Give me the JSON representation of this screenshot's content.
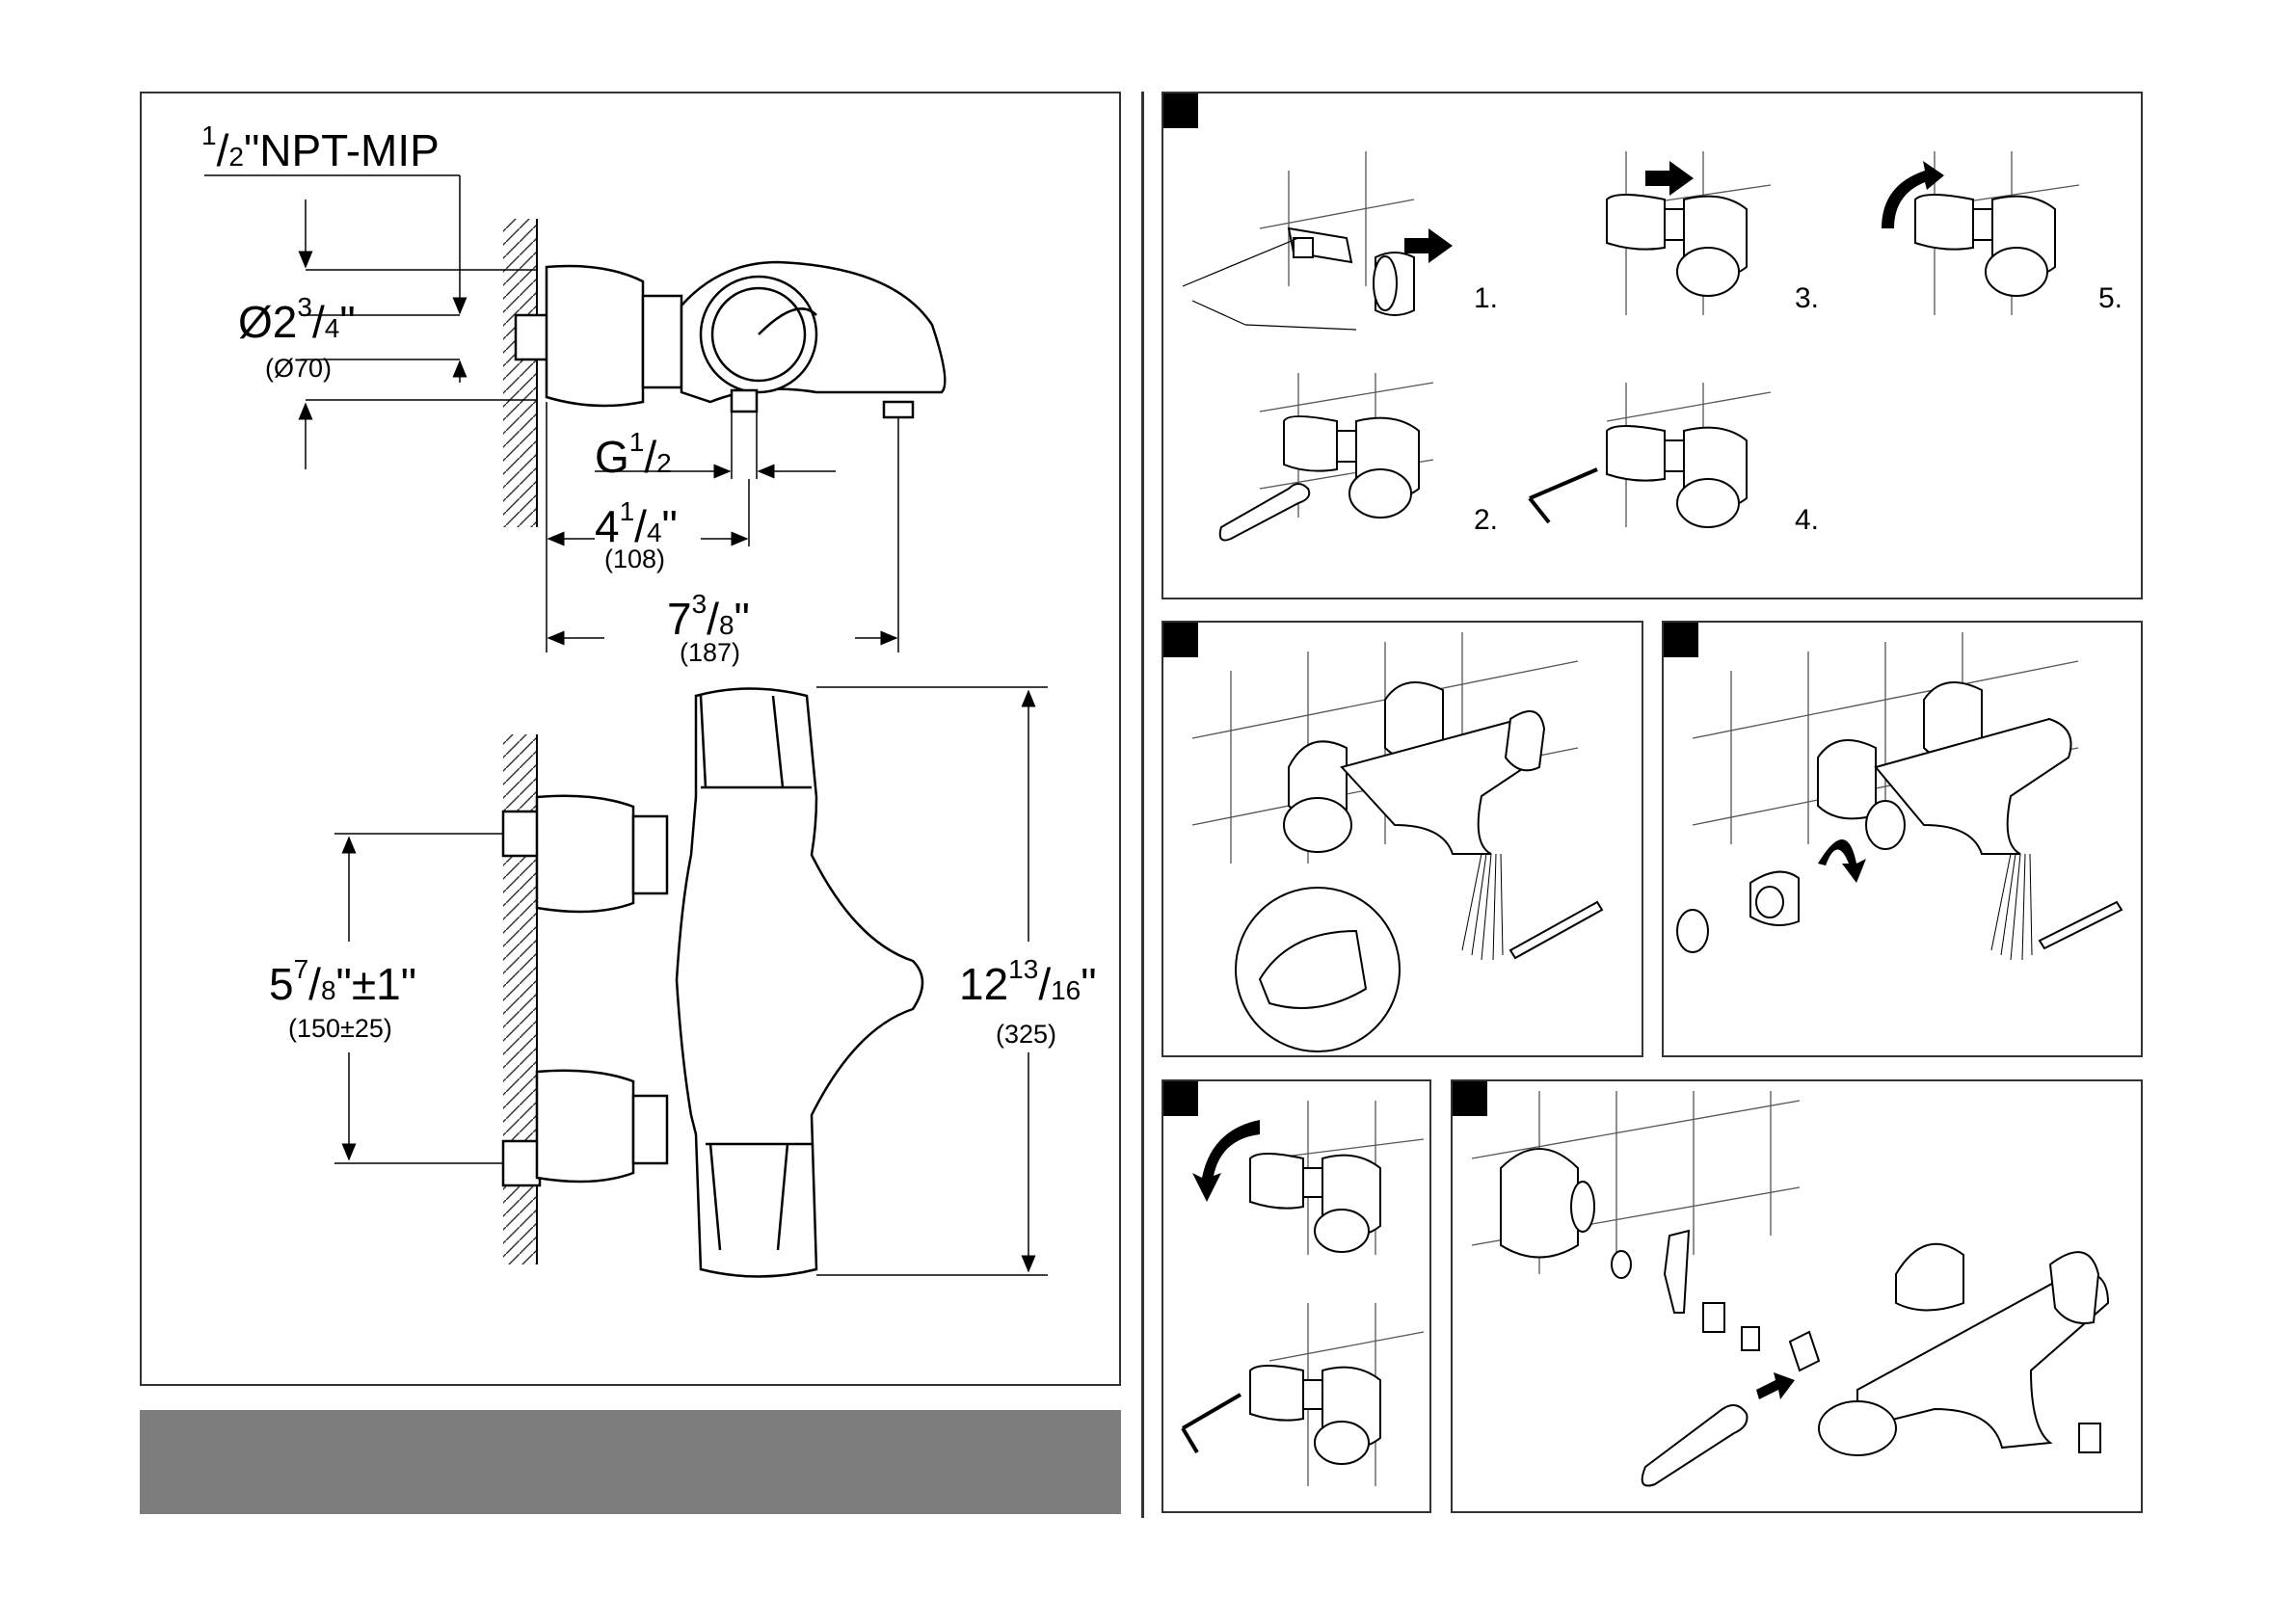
{
  "dimensions": {
    "npt": {
      "num": "1",
      "den": "2",
      "text": "\"NPT-MIP"
    },
    "diameter": {
      "whole": "Ø2",
      "num": "3",
      "den": "4",
      "unit": "\"",
      "metric": "(Ø70)"
    },
    "g_thread": {
      "whole": "G",
      "num": "1",
      "den": "2"
    },
    "spout_offset": {
      "whole": "4",
      "num": "1",
      "den": "4",
      "unit": "\"",
      "metric": "(108)"
    },
    "spout_length": {
      "whole": "7",
      "num": "3",
      "den": "8",
      "unit": "\"",
      "metric": "(187)"
    },
    "centers": {
      "whole": "5",
      "num": "7",
      "den": "8",
      "unit": "\"±1\"",
      "metric": "(150±25)"
    },
    "height": {
      "whole": "12",
      "num": "13",
      "den": "16",
      "unit": "\"",
      "metric": "(325)"
    }
  },
  "steps": [
    "1.",
    "2.",
    "3.",
    "4.",
    "5."
  ],
  "colors": {
    "bar": "#7d7d7d",
    "line": "#333333",
    "tile": "#555555"
  },
  "icons": [
    "arrow-right-icon",
    "rotate-arrow-icon",
    "wrench-icon",
    "hex-key-icon",
    "thermometer-icon",
    "water-spray-icon"
  ]
}
